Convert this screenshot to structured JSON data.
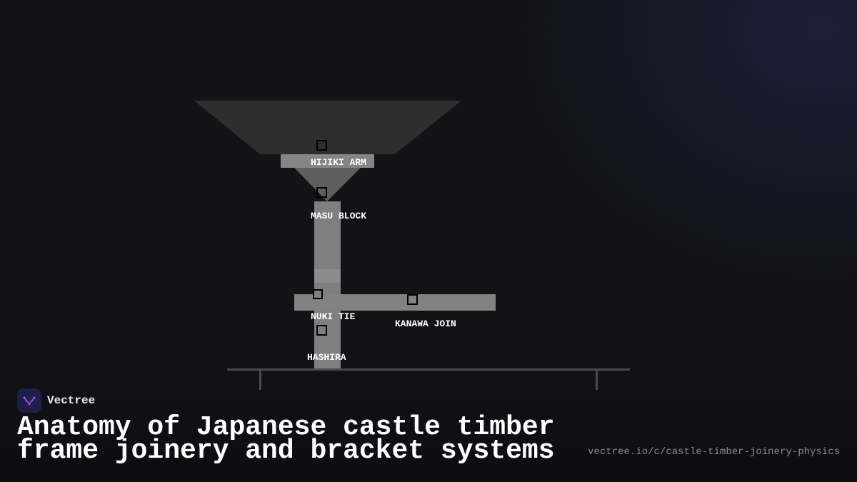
{
  "diagram": {
    "labels": {
      "hijiki_arm": "HIJIKI ARM",
      "masu_block": "MASU BLOCK",
      "nuki_tie": "NUKI TIE",
      "kanawa_join": "KANAWA JOIN",
      "hashira": "HASHIRA"
    }
  },
  "brand": {
    "name": "Vectree",
    "icon": "vectree-logo-icon"
  },
  "title": "Anatomy of Japanese castle timber frame joinery and bracket systems",
  "url": "vectree.io/c/castle-timber-joinery-physics",
  "colors": {
    "background": "#121217",
    "timber_light": "#8a8a8a",
    "timber_dark": "#333333",
    "accent_logo": "#1f1d4a"
  }
}
